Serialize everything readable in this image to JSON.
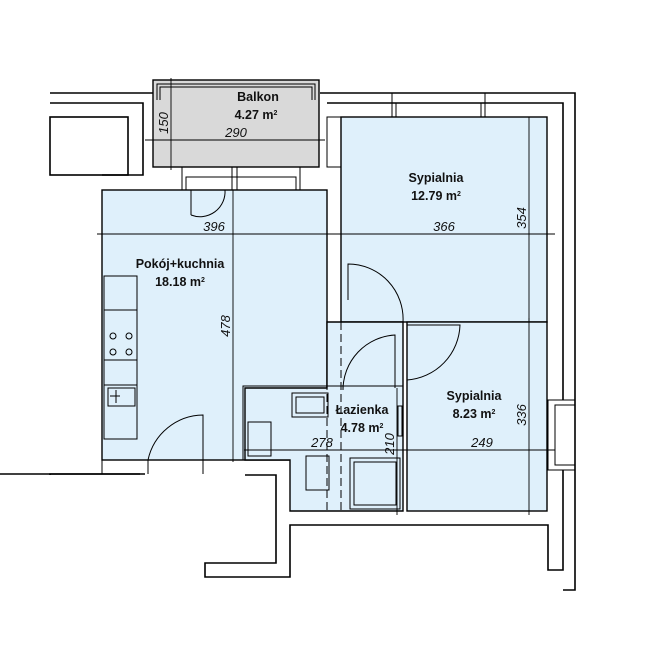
{
  "rooms": {
    "balkon": {
      "name": "Balkon",
      "area": "4.27 m",
      "sup": "2"
    },
    "pokoj": {
      "name": "Pokój+kuchnia",
      "area": "18.18 m",
      "sup": "2"
    },
    "sypialnia1": {
      "name": "Sypialnia",
      "area": "12.79 m",
      "sup": "2"
    },
    "sypialnia2": {
      "name": "Sypialnia",
      "area": "8.23 m",
      "sup": "2"
    },
    "lazienka": {
      "name": "Łazienka",
      "area": "4.78 m",
      "sup": "2"
    }
  },
  "dimensions": {
    "balkon_w": "290",
    "balkon_h": "150",
    "pokoj_w": "396",
    "pokoj_h": "478",
    "syp1_w": "366",
    "syp1_h": "354",
    "syp2_w": "249",
    "syp2_h": "336",
    "laz_w": "278",
    "laz_h": "210"
  },
  "colors": {
    "room_fill": "#dff0fb",
    "balcony_fill": "#d9d9d9"
  }
}
